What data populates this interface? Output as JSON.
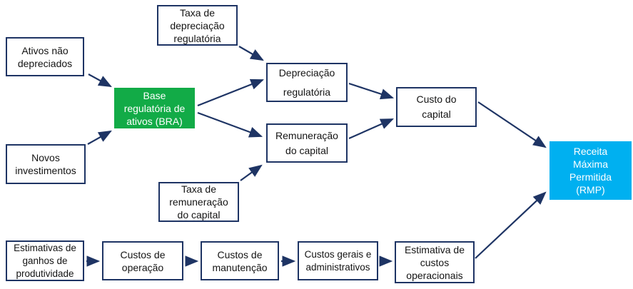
{
  "diagram": {
    "description_language": "pt-BR",
    "type": "flowchart"
  },
  "colors": {
    "page_bg": "#ffffff",
    "box_fill": "#ffffff",
    "box_border": "#1e3464",
    "arrow": "#1e3464",
    "green_fill": "#12ab47",
    "cyan_fill": "#00b0f0",
    "text": "#141414",
    "text_on_fill": "#ffffff"
  },
  "nodes": {
    "taxa_depreciacao": {
      "label": "Taxa de\ndepreciação\nregulatória",
      "style": "white"
    },
    "ativos_nao_depreciados": {
      "label": "Ativos não\ndepreciados",
      "style": "white"
    },
    "bra": {
      "label": "Base\nregulatória de\nativos (BRA)",
      "style": "green"
    },
    "novos_investimentos": {
      "label": "Novos\ninvestimentos",
      "style": "white"
    },
    "taxa_remuneracao": {
      "label": "Taxa de\nremuneração\ndo capital",
      "style": "white"
    },
    "depreciacao_regulatoria": {
      "label": "Depreciação\nregulatória",
      "style": "white"
    },
    "remuneracao_capital": {
      "label": "Remuneração\ndo capital",
      "style": "white"
    },
    "custo_capital": {
      "label": "Custo do\ncapital",
      "style": "white"
    },
    "rmp": {
      "label": "Receita\nMáxima\nPermitida\n(RMP)",
      "style": "cyan"
    },
    "estimativas_ganhos": {
      "label": "Estimativas de\nganhos de\nprodutividade",
      "style": "white"
    },
    "custos_operacao": {
      "label": "Custos de\noperação",
      "style": "white"
    },
    "custos_manutencao": {
      "label": "Custos de\nmanutenção",
      "style": "white"
    },
    "custos_gerais": {
      "label": "Custos gerais e\nadministrativos",
      "style": "white"
    },
    "estimativa_custos_operacionais": {
      "label": "Estimativa de\ncustos\noperacionais",
      "style": "white"
    }
  },
  "edges": [
    {
      "from": "taxa_depreciacao",
      "to": "depreciacao_regulatoria"
    },
    {
      "from": "ativos_nao_depreciados",
      "to": "bra"
    },
    {
      "from": "novos_investimentos",
      "to": "bra"
    },
    {
      "from": "bra",
      "to": "depreciacao_regulatoria"
    },
    {
      "from": "bra",
      "to": "remuneracao_capital"
    },
    {
      "from": "taxa_remuneracao",
      "to": "remuneracao_capital"
    },
    {
      "from": "depreciacao_regulatoria",
      "to": "custo_capital"
    },
    {
      "from": "remuneracao_capital",
      "to": "custo_capital"
    },
    {
      "from": "custo_capital",
      "to": "rmp"
    },
    {
      "from": "estimativa_custos_operacionais",
      "to": "rmp"
    },
    {
      "from": "estimativas_ganhos",
      "to": "custos_operacao"
    },
    {
      "from": "custos_operacao",
      "to": "custos_manutencao"
    },
    {
      "from": "custos_manutencao",
      "to": "custos_gerais"
    },
    {
      "from": "custos_gerais",
      "to": "estimativa_custos_operacionais"
    }
  ]
}
